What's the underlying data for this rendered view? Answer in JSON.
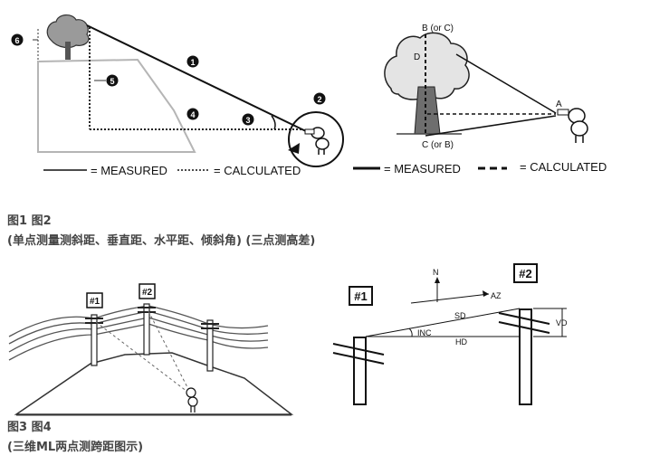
{
  "fig1": {
    "badges": [
      "1",
      "2",
      "3",
      "4",
      "5",
      "6"
    ],
    "legend_measured": "= MEASURED",
    "legend_calculated": "= CALCULATED"
  },
  "fig2": {
    "label_top": "B (or C)",
    "label_d": "D",
    "label_a": "A",
    "label_bottom": "C (or B)",
    "legend_measured": "= MEASURED",
    "legend_calculated": "= CALCULATED"
  },
  "fig3": {
    "pole1": "#1",
    "pole2": "#2"
  },
  "fig4": {
    "pole1": "#1",
    "pole2": "#2",
    "north": "N",
    "az": "AZ",
    "sd": "SD",
    "inc": "INC",
    "hd": "HD",
    "vd": "VD"
  },
  "captions": {
    "cap1_line1": "图1 图2",
    "cap1_line2": "(单点测量测斜距、垂直距、水平距、倾斜角) (三点测高差)",
    "cap2_line1": "图3 图4",
    "cap2_line2": "(三维ML两点测跨距图示)"
  }
}
